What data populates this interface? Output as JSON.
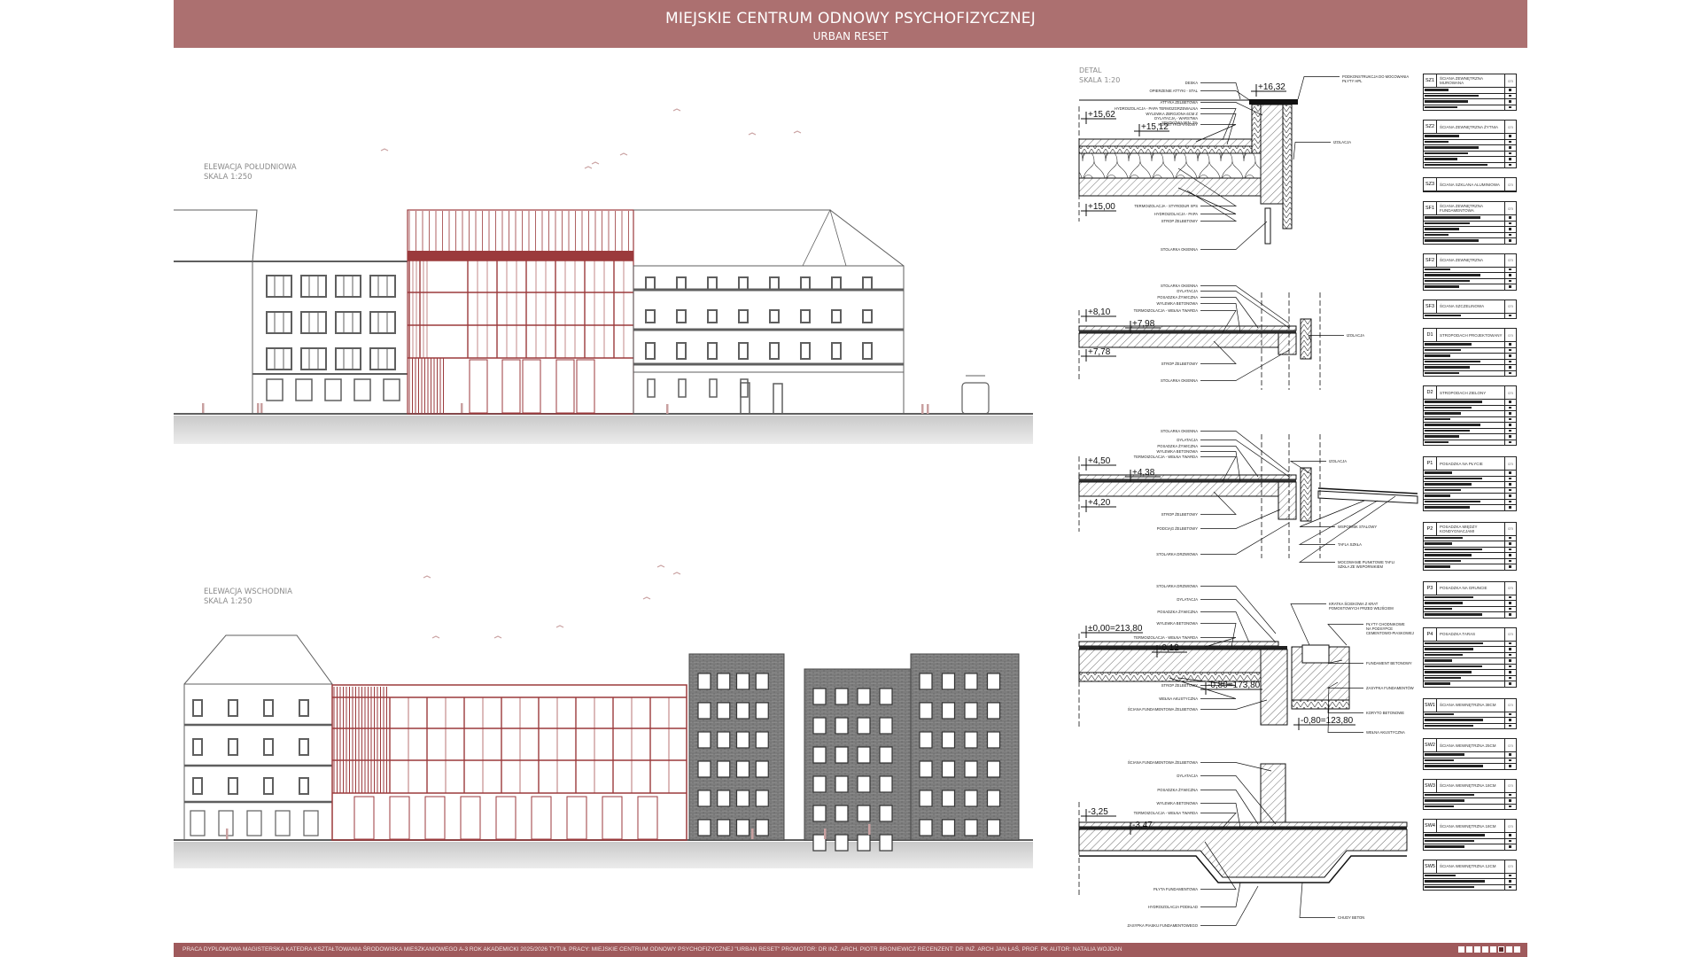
{
  "header": {
    "title": "MIEJSKIE CENTRUM ODNOWY PSYCHOFIZYCZNEJ",
    "subtitle": "URBAN RESET"
  },
  "footer": {
    "text": "PRACA DYPLOMOWA MAGISTERSKA  KATEDRA KSZTAŁTOWANIA ŚRODOWISKA MIESZKANIOWEGO  A-3  ROK AKADEMICKI 2025/2026  TYTUŁ PRACY: MIEJSKIE CENTRUM ODNOWY PSYCHOFIZYCZNEJ \"URBAN RESET\"  PROMOTOR: DR INŻ. ARCH. PIOTR BRONIEWICZ  RECENZENT: DR INŻ. ARCH JAN ŁAŚ, PROF. PK  AUTOR: NATALIA WOJDAN",
    "pages": 8,
    "current_page": 6
  },
  "colors": {
    "brand": "#ac7070",
    "footer": "#9f5a5c",
    "red_building": "#9b3a3c",
    "grey": "#5f5f5f",
    "ground": "#d8d8d8"
  },
  "elevations": {
    "south": {
      "title": "ELEWACJA POŁUDNIOWA",
      "scale": "SKALA 1:250"
    },
    "east": {
      "title": "ELEWACJA WSCHODNIA",
      "scale": "SKALA 1:250"
    }
  },
  "detail": {
    "title": "DETAL",
    "scale": "SKALA 1:20",
    "levels": [
      "+16,32",
      "+15,62",
      "+15,12",
      "+15,00",
      "+8,10",
      "+7,98",
      "+7,78",
      "+4,50",
      "+4,38",
      "+4,20",
      "±0,00=213,80",
      "-0,12",
      "-0,80=173,80",
      "-0,80=123,80",
      "-3,25",
      "-3,47"
    ],
    "labels": {
      "d1": [
        "DESKA",
        "OPIERZENIE ATTYKI - STAL",
        "ATTYKA ŻELBETOWA",
        "HYDROIZOLACJA - PAPA TERMOZGRZEWALNA",
        "WYLEWKA ZBROJONA 6CM Z DYLATACJĄ - WARSTWA SPADKOWA MIN. 2%",
        "KLIN STYROPIANOWY",
        "TERMOIZOLACJA - STYRODUR XPS",
        "HYDROIZOLACJA - PAPA",
        "STROP ŻELBETOWY",
        "IZOLACJA",
        "STOLARKA OKIENNA",
        "PODKONSTRUKCJA DO MOCOWANIA PŁYTY HPL"
      ],
      "d2": [
        "STOLARKA OKIENNA",
        "DYLATACJA",
        "POSADZKA ŻYWICZNA",
        "WYLEWKA BETONOWA",
        "TERMOIZOLACJA - WEŁNA TWARDA",
        "STROP ŻELBETOWY",
        "STOLARKA OKIENNA",
        "IZOLACJA"
      ],
      "d3": [
        "STOLARKA OKIENNA",
        "DYLATACJA",
        "POSADZKA ŻYWICZNA",
        "WYLEWKA BETONOWA",
        "TERMOIZOLACJA - WEŁNA TWARDA",
        "STROP ŻELBETOWY",
        "PODCIĄG ŻELBETOWY",
        "STOLARKA DRZWIOWA",
        "IZOLACJA",
        "WSPORNIK STALOWY",
        "TAFLA SZKŁA",
        "MOCOWANIE PUNKTOWE TAFLI SZKŁA ZE WSPORNIKIEM"
      ],
      "d4": [
        "STOLARKA DRZWIOWA",
        "DYLATACJA",
        "POSADZKA ŻYWICZNA",
        "WYLEWKA BETONOWA",
        "TERMOIZOLACJA - WEŁNA TWARDA",
        "STROP ŻELBETOWY",
        "WEŁNA AKUSTYCZNA",
        "ŚCIANA FUNDAMENTOWA ŻELBETOWA",
        "KRATKA ŚCIEKOWA Z KRAT POMOSTOWYCH PRZED WEJŚCIEM",
        "PŁYTY CHODNIKOWE NA PODSYPCE CEMENTOWO-PIASKOWEJ",
        "FUNDAMENT BETONOWY",
        "ZASYPKA FUNDAMENTÓW",
        "KORYTO BETONOWE",
        "WEŁNA AKUSTYCZNA"
      ],
      "d5": [
        "ŚCIANA FUNDAMENTOWA ŻELBETOWA",
        "DYLATACJA",
        "POSADZKA ŻYWICZNA",
        "WYLEWKA BETONOWA",
        "TERMOIZOLACJA - WEŁNA TWARDA",
        "PŁYTA FUNDAMENTOWA",
        "HYDROIZOLACJA PODKŁAD",
        "CHUDY BETON",
        "ZASYPKA PIASKU FUNDAMENTOWEGO"
      ]
    }
  },
  "tables": [
    {
      "code": "SZ1",
      "title": "ŚCIANA ZEWNĘTRZNA MUROWANA",
      "unit": "cm",
      "rows": 4
    },
    {
      "code": "SZ2",
      "title": "ŚCIANA ZEWNĘTRZNA ŻYTNIA",
      "unit": "cm",
      "rows": 6
    },
    {
      "code": "SZ3",
      "title": "ŚCIANA SZKLANA ALUMINIOWA",
      "unit": "cm",
      "rows": 0
    },
    {
      "code": "SF1",
      "title": "ŚCIANA ZEWNĘTRZNA FUNDAMENTOWA",
      "unit": "cm",
      "rows": 5
    },
    {
      "code": "SF2",
      "title": "ŚCIANA ZEWNĘTRZNA",
      "unit": "cm",
      "rows": 4
    },
    {
      "code": "SF3",
      "title": "ŚCIANA SZCZELINOWA",
      "unit": "cm",
      "rows": 1
    },
    {
      "code": "D1",
      "title": "STROPODACH PROJEKTOWANY",
      "unit": "cm",
      "rows": 6
    },
    {
      "code": "D2",
      "title": "STROPODACH ZIELONY",
      "unit": "cm",
      "rows": 8
    },
    {
      "code": "P1",
      "title": "POSADZKA NA PŁYCIE",
      "unit": "cm",
      "rows": 7
    },
    {
      "code": "P2",
      "title": "POSADZKA MIĘDZY KONDYGNACJAMI",
      "unit": "cm",
      "rows": 6
    },
    {
      "code": "P3",
      "title": "POSADZKA NA GRUNCIE",
      "unit": "cm",
      "rows": 4
    },
    {
      "code": "P4",
      "title": "POSADZKA TARAS",
      "unit": "cm",
      "rows": 8
    },
    {
      "code": "SW1",
      "title": "ŚCIANA WEWNĘTRZNA 38CM",
      "unit": "cm",
      "rows": 3
    },
    {
      "code": "SW2",
      "title": "ŚCIANA WEWNĘTRZNA 25CM",
      "unit": "cm",
      "rows": 3
    },
    {
      "code": "SW3",
      "title": "ŚCIANA WEWNĘTRZNA 18CM",
      "unit": "cm",
      "rows": 3
    },
    {
      "code": "SW4",
      "title": "ŚCIANA WEWNĘTRZNA 18CM",
      "unit": "cm",
      "rows": 3
    },
    {
      "code": "SW5",
      "title": "ŚCIANA WEWNĘTRZNA 12CM",
      "unit": "cm",
      "rows": 3
    }
  ]
}
